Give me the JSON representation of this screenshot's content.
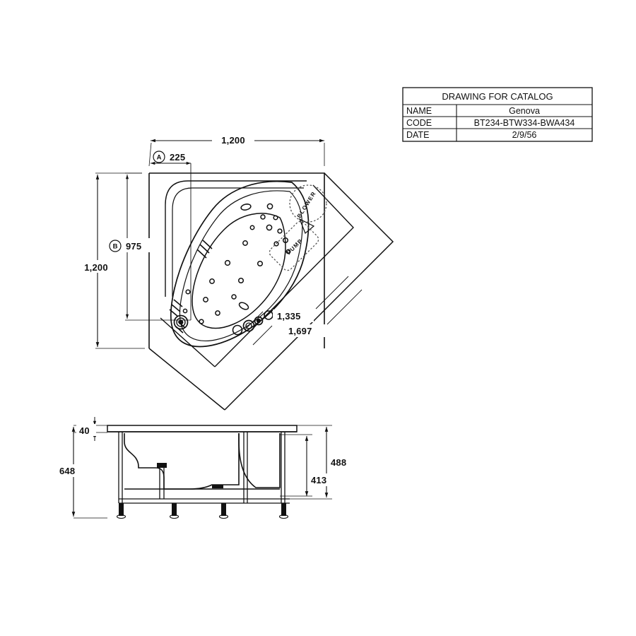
{
  "document": {
    "type": "technical-drawing",
    "subject": "corner whirlpool bathtub",
    "views": [
      "plan-view",
      "front-elevation-section"
    ]
  },
  "title_block": {
    "header": "DRAWING FOR CATALOG",
    "rows": [
      {
        "label": "NAME",
        "value": "Genova"
      },
      {
        "label": "CODE",
        "value": "BT234-BTW334-BWA434"
      },
      {
        "label": "DATE",
        "value": "2/9/56"
      }
    ]
  },
  "plan_view": {
    "dimensions": {
      "top_overall": "1,200",
      "left_overall": "1,200",
      "balloon_a_value": "225",
      "balloon_b_value": "975",
      "diagonal_inner": "1,335",
      "diagonal_outer": "1,697"
    },
    "balloons": [
      {
        "id": "A",
        "label": "A"
      },
      {
        "id": "B",
        "label": "B"
      }
    ],
    "equipment": [
      {
        "name": "BLOWER",
        "label": "BLOWER",
        "shape": "circle",
        "style": "dashed"
      },
      {
        "name": "PUMP",
        "label": "PUMP",
        "shape": "rounded-rect",
        "style": "dashed"
      }
    ]
  },
  "elevation_view": {
    "dimensions": {
      "apron_thickness": "40",
      "overall_height": "648",
      "rim_height": "488",
      "inner_depth": "413"
    }
  },
  "colors": {
    "line": "#111111",
    "thin_line": "#333333",
    "background": "#ffffff"
  }
}
